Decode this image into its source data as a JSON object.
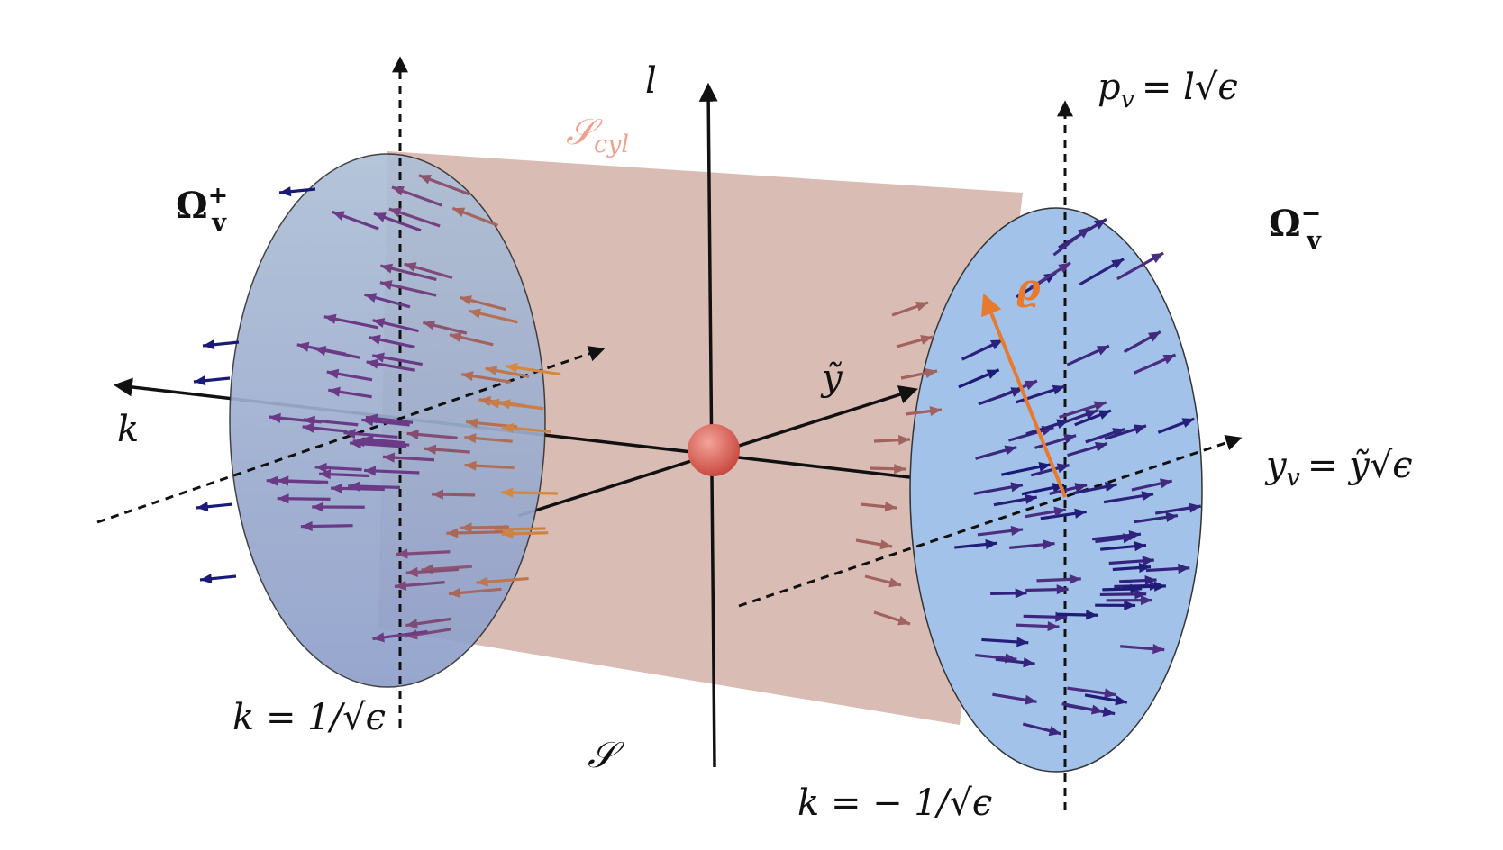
{
  "labels": {
    "l": "l",
    "p_v": "p",
    "p_v_sub": "v",
    "p_v_rhs": "= l√ϵ",
    "s_cyl": "𝒮",
    "s_cyl_sub": "cyl",
    "omega_plus": "Ω",
    "omega_plus_sup": "+",
    "omega_plus_sub": "v",
    "omega_minus": "Ω",
    "omega_minus_sup": "−",
    "omega_minus_sub": "v",
    "k": "k",
    "y_tilde": "ỹ",
    "rho": "ϱ",
    "y_v": "y",
    "y_v_sub": "v",
    "y_v_rhs": "= ỹ√ϵ",
    "k_plus": "k = 1/√ϵ",
    "s": "𝒮",
    "k_minus": "k = − 1/√ϵ"
  },
  "colors": {
    "cylinder": "#d7b9b0",
    "left_disk": "#a4b6d8",
    "right_disk": "#a3c2ea",
    "sphere": "#e2675a",
    "rho_arrow": "#e87a2e",
    "axis": "#111111",
    "arrow_dark": "#1c1a78",
    "arrow_mid": "#6a3a86",
    "arrow_warm": "#d98a3a"
  }
}
